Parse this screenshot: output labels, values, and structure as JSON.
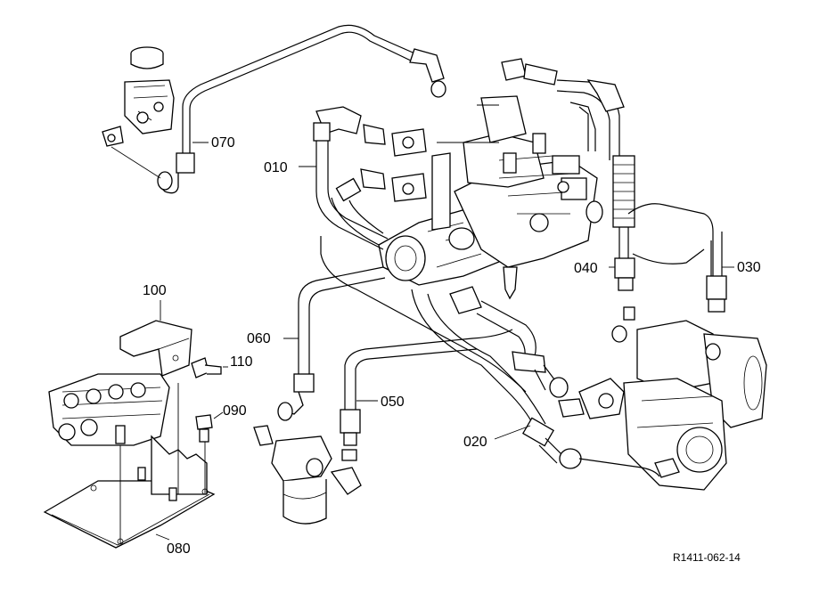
{
  "callouts": {
    "c010": "010",
    "c020": "020",
    "c030": "030",
    "c040": "040",
    "c050": "050",
    "c060": "060",
    "c070": "070",
    "c080": "080",
    "c090": "090",
    "c100": "100",
    "c110": "110"
  },
  "reference_code": "R1411-062-14"
}
